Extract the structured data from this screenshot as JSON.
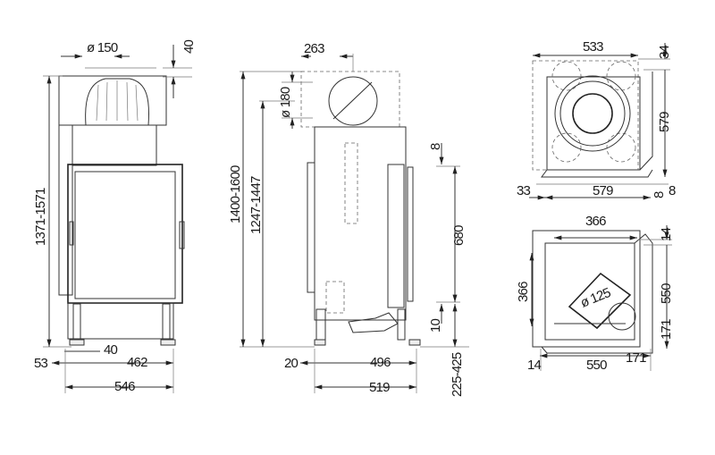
{
  "front_view": {
    "flue_diameter": "ø 150",
    "top_offset": "40",
    "height": "1371-1571",
    "left_offset": "53",
    "leg_offset": "40",
    "inner_width": "462",
    "total_width": "546"
  },
  "side_view": {
    "flue_offset": "263",
    "air_inlet_diameter": "ø 180",
    "total_height": "1400-1600",
    "flue_height": "1247-1447",
    "door_top_gap": "8",
    "door_height": "680",
    "door_bottom_gap": "10",
    "rear_offset": "20",
    "inner_depth": "496",
    "total_depth": "519",
    "leg_height": "225-425"
  },
  "top_view": {
    "width": "533",
    "top_offset": "34",
    "side_depth": "579",
    "left_offset": "33",
    "front_depth": "579",
    "right_gap_a": "8",
    "right_gap_b": "8"
  },
  "bottom_view": {
    "inner_width": "366",
    "top_offset": "14",
    "inner_depth": "366",
    "side_depth": "550",
    "air_inlet_diameter": "ø 125",
    "inlet_offset_y": "171",
    "left_offset": "14",
    "front_width": "550",
    "inlet_offset_x": "171"
  },
  "colors": {
    "line": "#333333",
    "background": "#ffffff"
  }
}
